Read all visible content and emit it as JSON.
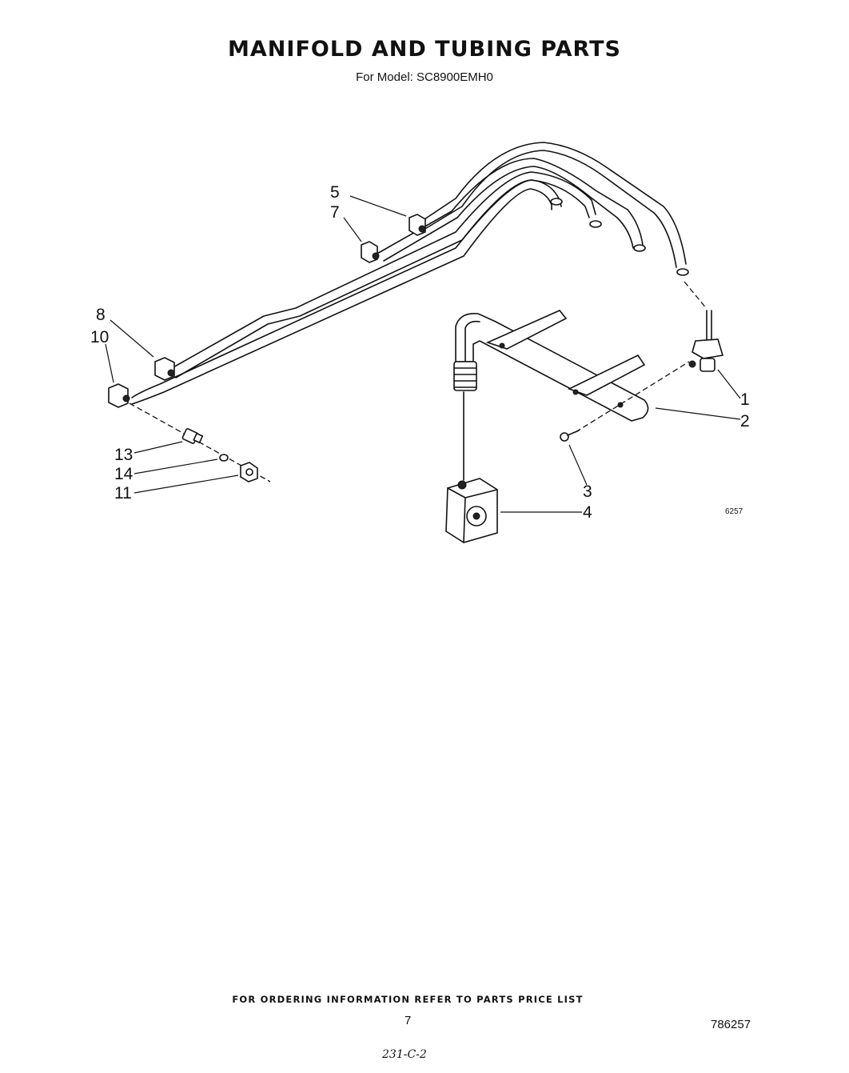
{
  "header": {
    "title": "MANIFOLD AND TUBING PARTS",
    "model": "For Model: SC8900EMH0"
  },
  "callouts": {
    "c1": "1",
    "c2": "2",
    "c3": "3",
    "c4": "4",
    "c5": "5",
    "c7": "7",
    "c8": "8",
    "c10": "10",
    "c11": "11",
    "c13": "13",
    "c14": "14"
  },
  "diagram_code": "6257",
  "footer": {
    "ordering_note": "FOR ORDERING INFORMATION REFER TO PARTS PRICE LIST",
    "page_number": "7",
    "document_number": "786257",
    "handwritten_note": "231-C-2"
  }
}
